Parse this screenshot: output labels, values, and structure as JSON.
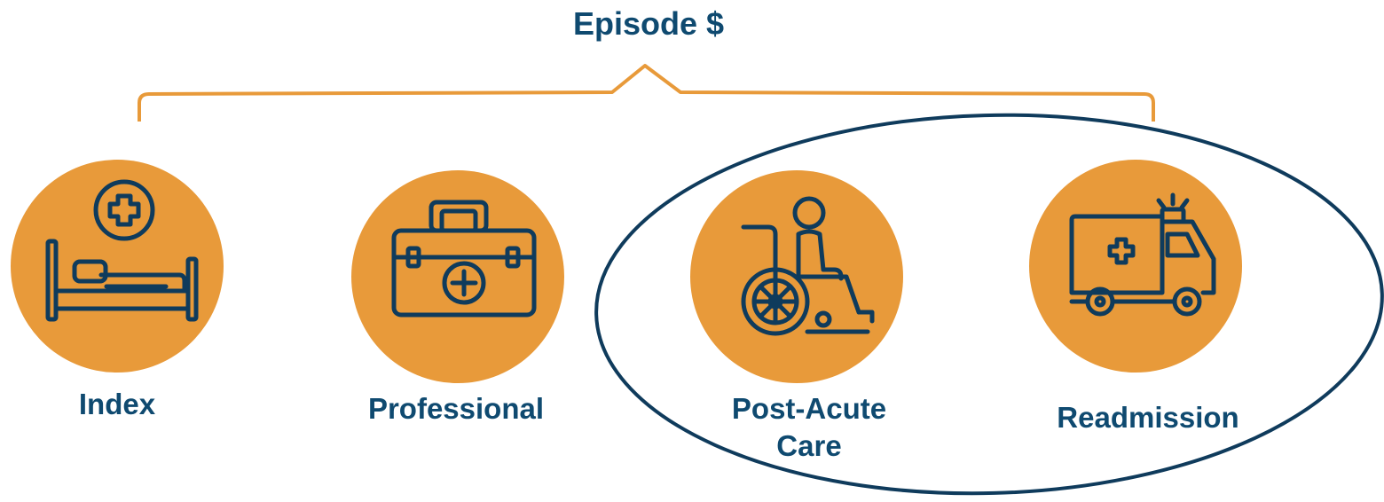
{
  "title": "Episode $",
  "colors": {
    "accent": "#e89a3a",
    "text": "#0f4a70",
    "icon": "#0f3b5c",
    "ellipse": "#0f3b5c"
  },
  "categories": [
    {
      "label": "Index",
      "icon": "hospital-bed-icon"
    },
    {
      "label": "Professional",
      "icon": "medical-kit-icon"
    },
    {
      "label_line1": "Post-Acute",
      "label_line2": "Care",
      "icon": "wheelchair-icon"
    },
    {
      "label": "Readmission",
      "icon": "ambulance-icon"
    }
  ]
}
